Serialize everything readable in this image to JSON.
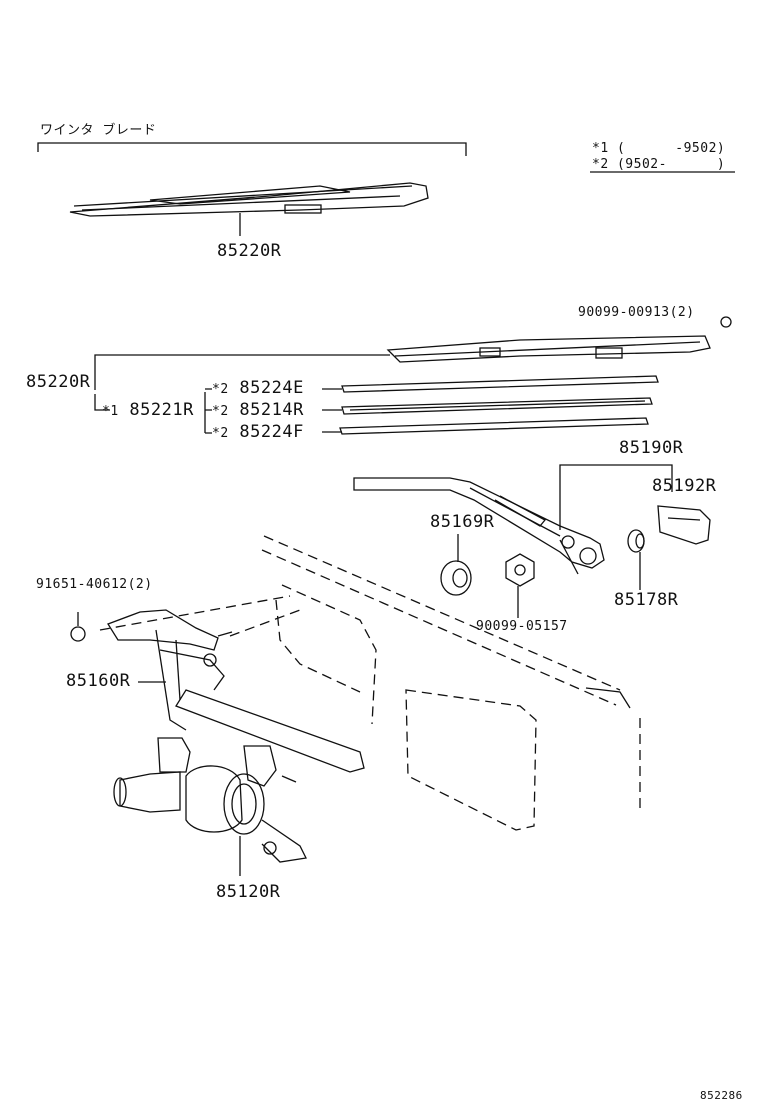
{
  "header": {
    "title": "ワインタ ブレード"
  },
  "legend": {
    "line1_mark": "*1",
    "line1_range": "(      -9502)",
    "line2_mark": "*2",
    "line2_range": "(9502-      )"
  },
  "parts": {
    "blade_assy_top": "85220R",
    "nut": "90099-00913(2)",
    "blade_assy": "85220R",
    "blade_sub_mark": "*1",
    "blade_sub": "85221R",
    "backing_a_mark": "*2",
    "backing_a": "85224E",
    "rubber_mark": "*2",
    "rubber": "85214R",
    "backing_b_mark": "*2",
    "backing_b": "85224F",
    "arm": "85190R",
    "cap": "85192R",
    "grommet": "85169R",
    "bolt": "91651-40612(2)",
    "hex_nut": "90099-05157",
    "washer": "85178R",
    "link": "85160R",
    "motor": "85120R"
  },
  "footer": {
    "code": "852286"
  }
}
